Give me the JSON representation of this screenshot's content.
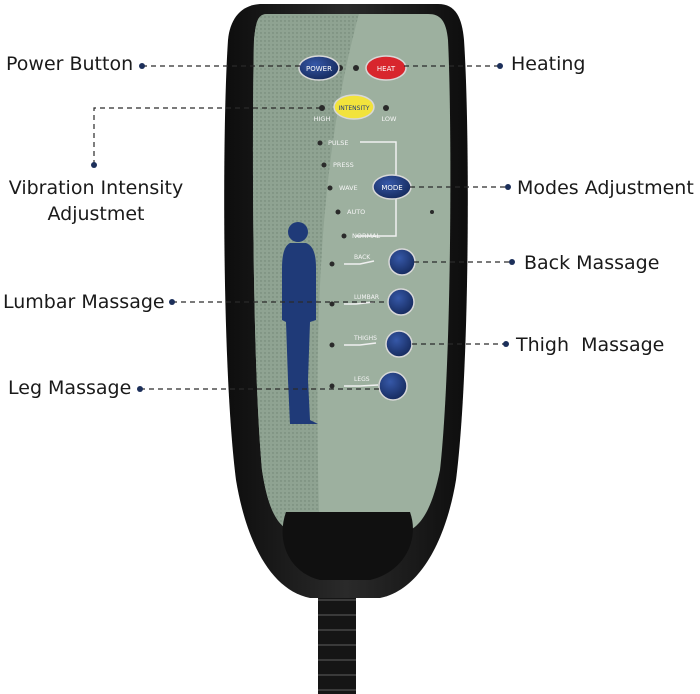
{
  "callouts": {
    "power": "Power Button",
    "heating": "Heating",
    "vibration_line1": "Vibration Intensity",
    "vibration_line2": "Adjustmet",
    "modes": "Modes Adjustment",
    "back": "Back Massage",
    "lumbar": "Lumbar Massage",
    "thigh": "Thigh  Massage",
    "leg": "Leg Massage"
  },
  "remote": {
    "power_button": "POWER",
    "heat_button": "HEAT",
    "intensity_button": "INTENSITY",
    "intensity_high": "HIGH",
    "intensity_low": "LOW",
    "mode_button": "MODE",
    "modes": [
      "PULSE",
      "PRESS",
      "WAVE",
      "AUTO",
      "NORMAL"
    ],
    "zones": [
      "BACK",
      "LUMBAR",
      "THIGHS",
      "LEGS"
    ]
  },
  "colors": {
    "panel_green": "#9db09f",
    "panel_dark": "#7d9080",
    "button_blue": "#1f3a78",
    "heat_red": "#d8262d",
    "intensity_yellow": "#f2e33c",
    "housing": "#1b1b1b",
    "leader": "#2a2a2a"
  }
}
